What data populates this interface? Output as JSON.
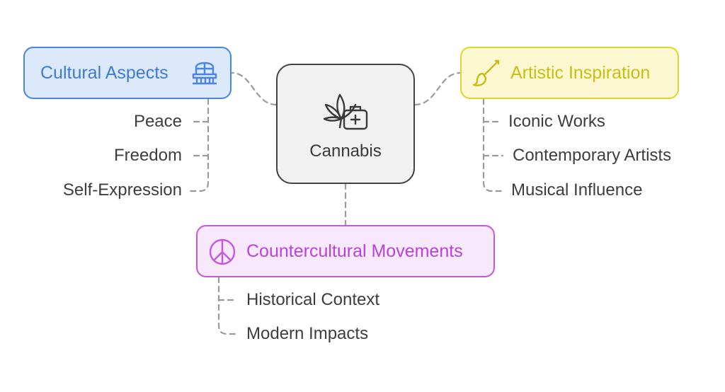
{
  "center": {
    "label": "Cannabis",
    "icon": "cannabis-leaf-medical-kit-icon"
  },
  "branches": {
    "cultural": {
      "label": "Cultural Aspects",
      "icon": "building-icon",
      "color": "#4a86e0",
      "items": [
        "Peace",
        "Freedom",
        "Self-Expression"
      ]
    },
    "artistic": {
      "label": "Artistic Inspiration",
      "icon": "paintbrush-icon",
      "color": "#e0d42c",
      "items": [
        "Iconic Works",
        "Contemporary Artists",
        "Musical Influence"
      ]
    },
    "counter": {
      "label": "Countercultural Movements",
      "icon": "peace-sign-icon",
      "color": "#c259e0",
      "items": [
        "Historical Context",
        "Modern Impacts"
      ]
    }
  }
}
